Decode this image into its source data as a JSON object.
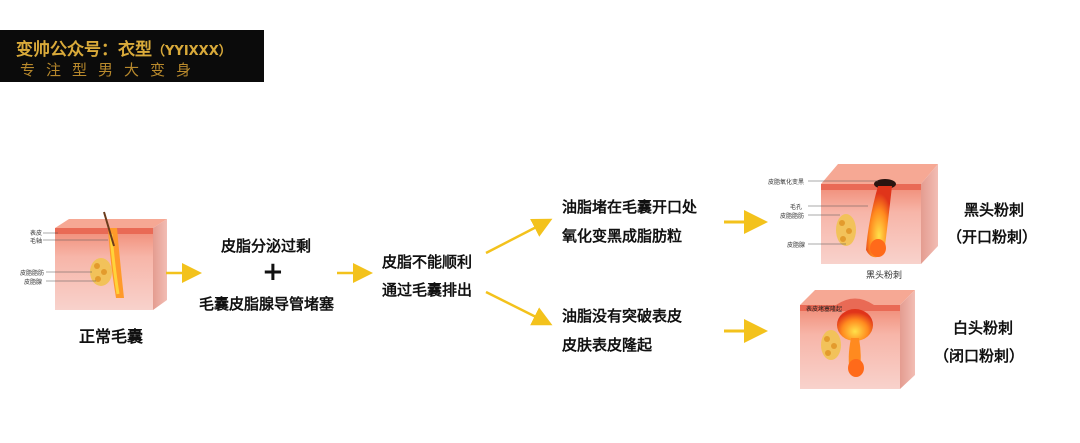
{
  "banner": {
    "title": "变帅公众号：衣型",
    "handle": "（YYIXXX）",
    "slogan": "专注型男大变身"
  },
  "normal": {
    "caption": "正常毛囊",
    "labels": [
      "表皮",
      "毛轴",
      "皮脂脂肪",
      "皮脂腺"
    ]
  },
  "cause": {
    "line1": "皮脂分泌过剩",
    "plus": "+",
    "line2": "毛囊皮脂腺导管堵塞"
  },
  "middle": {
    "line1": "皮脂不能顺利",
    "line2": "通过毛囊排出"
  },
  "upper_branch": {
    "line1": "油脂堵在毛囊开口处",
    "line2": "氧化变黑成脂肪粒"
  },
  "lower_branch": {
    "line1": "油脂没有突破表皮",
    "line2": "皮肤表皮隆起"
  },
  "blackhead": {
    "labels": [
      "皮脂氧化变黑",
      "毛孔",
      "皮脂脂肪",
      "皮脂腺"
    ],
    "caption": "黑头粉刺",
    "title": "黑头粉刺",
    "subtitle": "（开口粉刺）"
  },
  "whitehead": {
    "labels": [
      "表皮堵塞隆起"
    ],
    "title": "白头粉刺",
    "subtitle": "（闭口粉刺）"
  },
  "colors": {
    "arrow": "#f3c21c",
    "skin_top": "#f29a86",
    "skin_body": "#f7c9c2",
    "banner_bg": "#0b0b0b",
    "banner_text": "#d9aa3a"
  }
}
